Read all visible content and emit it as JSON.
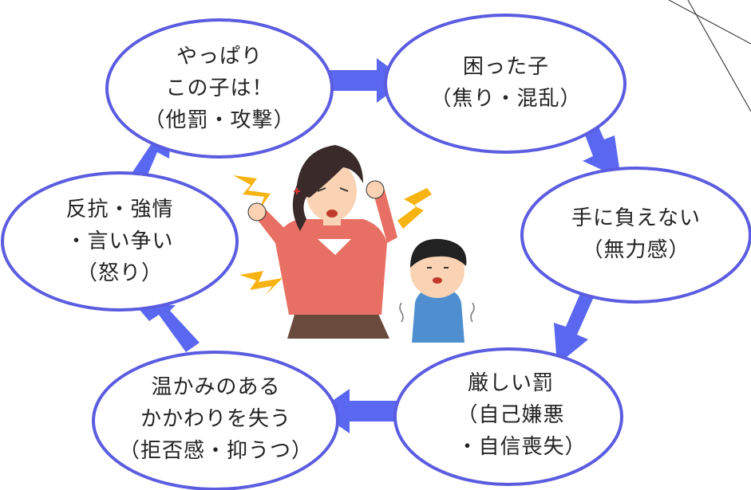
{
  "colors": {
    "ellipse_stroke": "#5b5ce0",
    "arrow_fill": "#5a67f0",
    "text": "#222222",
    "lightning": "#f6b312",
    "mother_sweater": "#e86f63",
    "mother_skirt": "#6b4a3e",
    "child_shirt": "#4f8fcf"
  },
  "nodes": {
    "n1": {
      "lines": [
        "やっぱり",
        "この子は！",
        "（他罰・攻撃）"
      ]
    },
    "n2": {
      "lines": [
        "困った子",
        "（焦り・混乱）"
      ]
    },
    "n3": {
      "lines": [
        "手に負えない",
        "（無力感）"
      ]
    },
    "n4": {
      "lines": [
        "厳しい罰",
        "（自己嫌悪",
        "　・自信喪失）"
      ]
    },
    "n5": {
      "lines": [
        "温かみのある",
        "かかわりを失う",
        "（拒否感・抑うつ）"
      ]
    },
    "n6": {
      "lines": [
        "反抗・強情",
        "・言い争い",
        "（怒り）"
      ]
    }
  },
  "illustration": {
    "icons": [
      "angry-mother-icon",
      "scared-child-icon",
      "lightning-icon"
    ]
  }
}
